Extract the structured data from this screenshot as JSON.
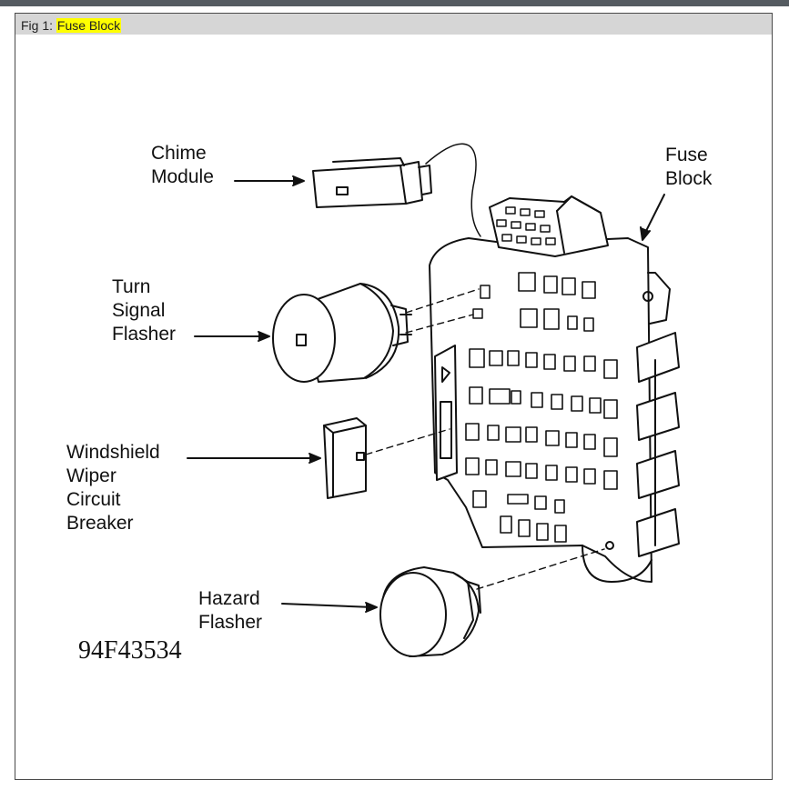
{
  "caption": {
    "prefix": "Fig 1: ",
    "highlight": "Fuse Block",
    "highlight_color": "#ffff00"
  },
  "labels": {
    "chime_module": "Chime\nModule",
    "fuse_block": "Fuse\nBlock",
    "turn_signal_flasher": "Turn\nSignal\nFlasher",
    "windshield_wiper_circuit_breaker": "Windshield\nWiper\nCircuit\nBreaker",
    "hazard_flasher": "Hazard\nFlasher"
  },
  "figure_code": "94F43534"
}
